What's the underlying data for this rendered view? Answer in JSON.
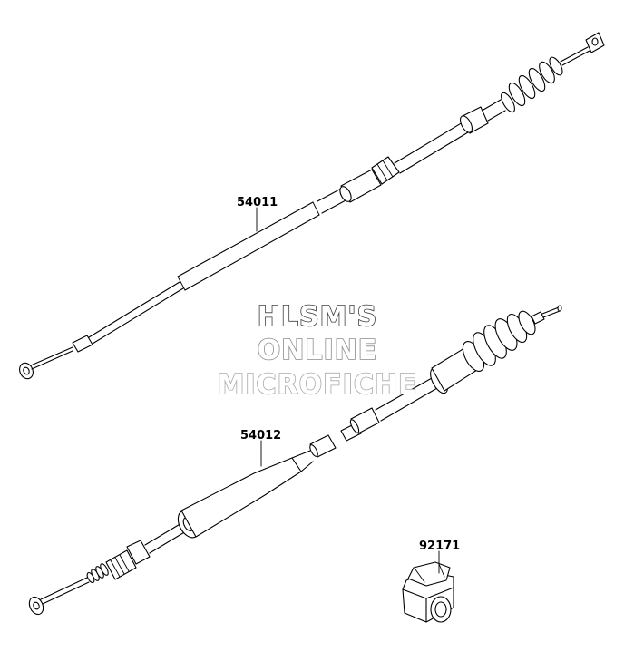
{
  "parts": [
    {
      "id": "54011",
      "label": "54011"
    },
    {
      "id": "54012",
      "label": "54012"
    },
    {
      "id": "92171",
      "label": "92171"
    }
  ],
  "watermark": {
    "line1": "HLSM'S",
    "line2": "ONLINE",
    "line3": "MICROFICHE"
  }
}
